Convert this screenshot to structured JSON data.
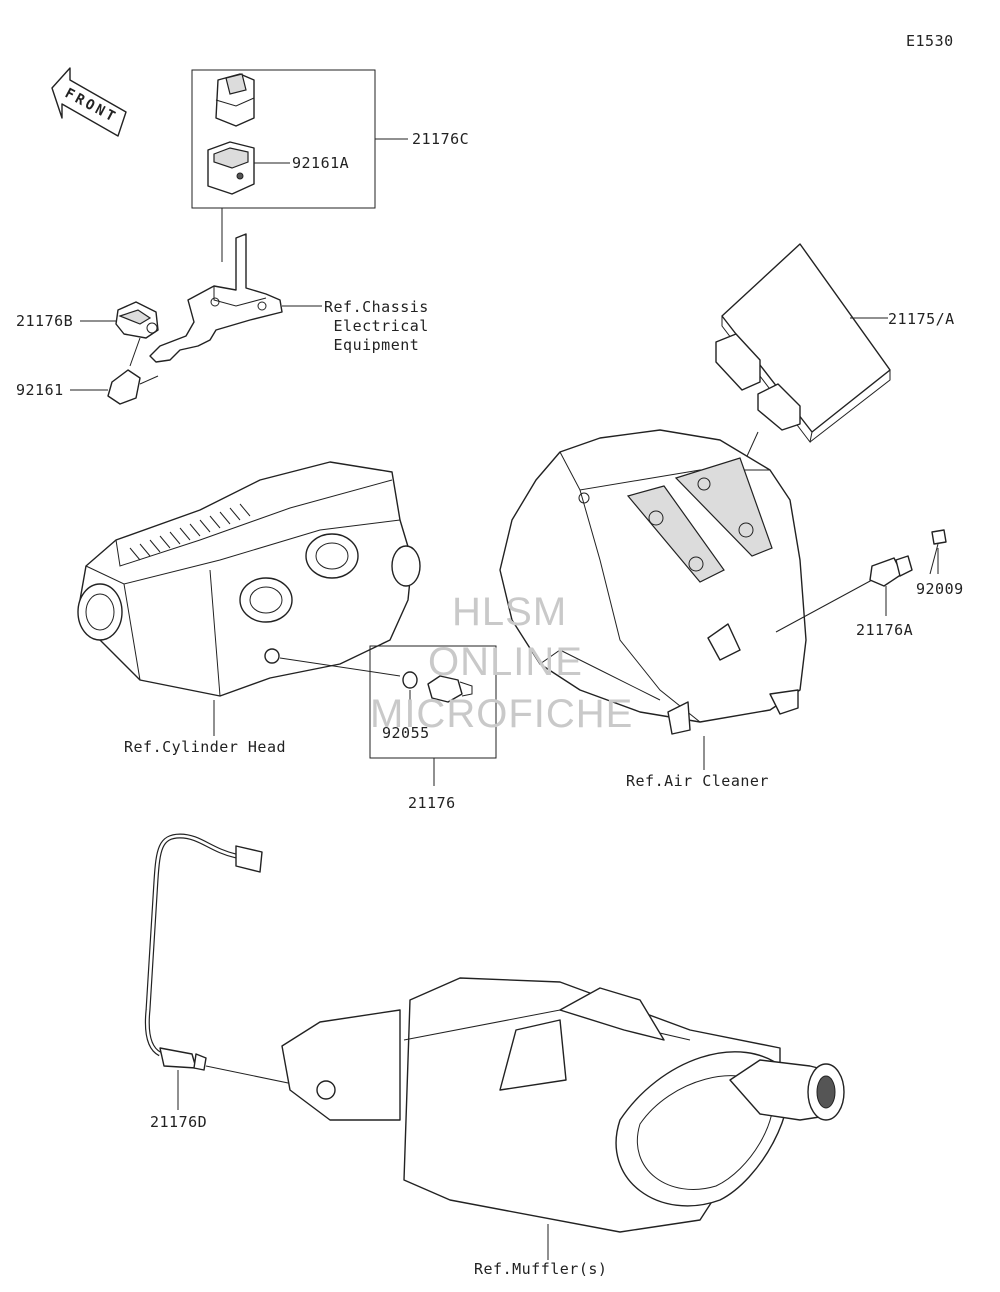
{
  "diagram_id": "E1530",
  "front_label": "FRONT",
  "watermark": {
    "line1": "HLSM",
    "line2": "ONLINE",
    "line3": "MICROFICHE"
  },
  "callouts": {
    "p21176C": "21176C",
    "p92161A": "92161A",
    "p21176B": "21176B",
    "p92161": "92161",
    "ref_chassis": "Ref.Chassis\n Electrical\n Equipment",
    "p21175A": "21175/A",
    "p92009": "92009",
    "p21176A": "21176A",
    "ref_cylinder_head": "Ref.Cylinder Head",
    "p92055": "92055",
    "p21176": "21176",
    "ref_air_cleaner": "Ref.Air Cleaner",
    "p21176D": "21176D",
    "ref_muffler": "Ref.Muffler(s)"
  }
}
